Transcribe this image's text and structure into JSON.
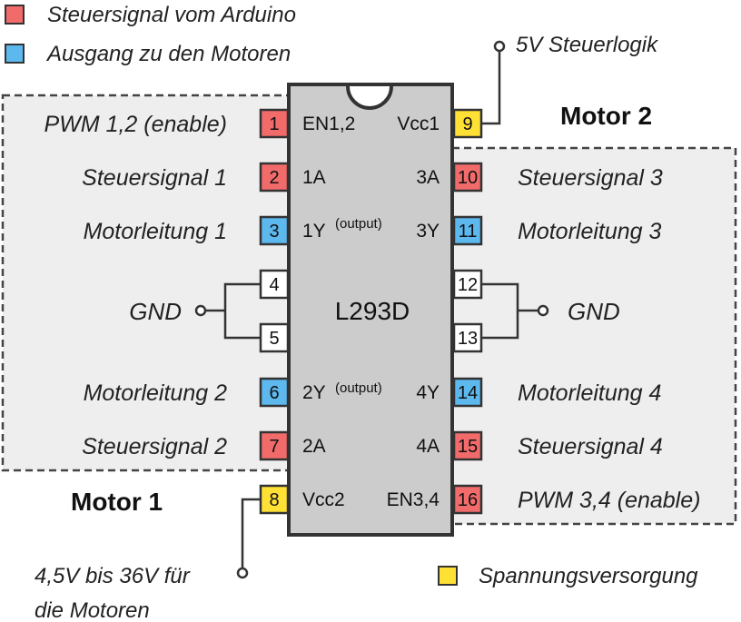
{
  "colors": {
    "control": "#f26b6b",
    "output": "#5db8ee",
    "power": "#ffe135",
    "ground": "#ffffff",
    "chip": "#cccccc",
    "motor_region": "#eeeeee",
    "outline": "#333333"
  },
  "legend": {
    "control": "Steuersignal vom Arduino",
    "output": "Ausgang zu den Motoren",
    "power": "Spannungsversorgung"
  },
  "chip": {
    "name": "L293D",
    "output_note": "(output)"
  },
  "left_pins": [
    {
      "num": "1",
      "code": "EN1,2",
      "label": "PWM 1,2 (enable)",
      "kind": "control"
    },
    {
      "num": "2",
      "code": "1A",
      "label": "Steuersignal 1",
      "kind": "control"
    },
    {
      "num": "3",
      "code": "1Y",
      "label": "Motorleitung 1",
      "kind": "output"
    },
    {
      "num": "4",
      "code": "",
      "label": "",
      "kind": "ground"
    },
    {
      "num": "5",
      "code": "",
      "label": "",
      "kind": "ground"
    },
    {
      "num": "6",
      "code": "2Y",
      "label": "Motorleitung 2",
      "kind": "output"
    },
    {
      "num": "7",
      "code": "2A",
      "label": "Steuersignal 2",
      "kind": "control"
    },
    {
      "num": "8",
      "code": "Vcc2",
      "label": "",
      "kind": "power"
    }
  ],
  "right_pins": [
    {
      "num": "9",
      "code": "Vcc1",
      "label": "",
      "kind": "power"
    },
    {
      "num": "10",
      "code": "3A",
      "label": "Steuersignal 3",
      "kind": "control"
    },
    {
      "num": "11",
      "code": "3Y",
      "label": "Motorleitung 3",
      "kind": "output"
    },
    {
      "num": "12",
      "code": "",
      "label": "",
      "kind": "ground"
    },
    {
      "num": "13",
      "code": "",
      "label": "",
      "kind": "ground"
    },
    {
      "num": "14",
      "code": "4Y",
      "label": "Motorleitung 4",
      "kind": "output"
    },
    {
      "num": "15",
      "code": "4A",
      "label": "Steuersignal 4",
      "kind": "control"
    },
    {
      "num": "16",
      "code": "EN3,4",
      "label": "PWM 3,4 (enable)",
      "kind": "control"
    }
  ],
  "gnd_label": "GND",
  "motor1_label": "Motor 1",
  "motor2_label": "Motor 2",
  "vcc1_note": "5V Steuerlogik",
  "vcc2_note_line1": "4,5V bis 36V für",
  "vcc2_note_line2": "die Motoren"
}
